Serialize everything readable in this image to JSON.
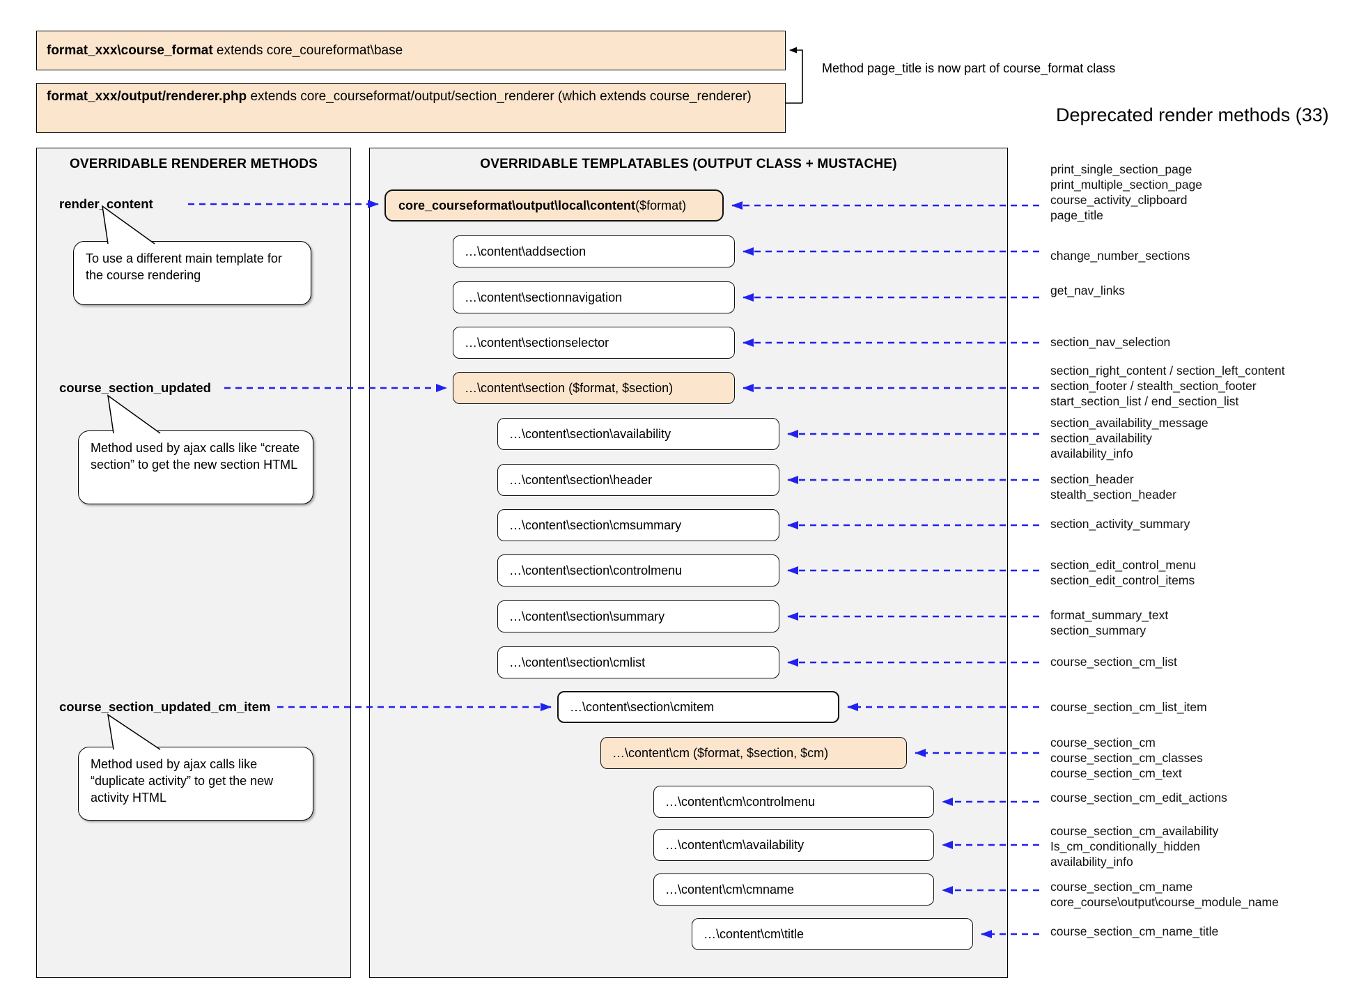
{
  "top": {
    "box1": {
      "bold": "format_xxx\\course_format",
      "rest": " extends core_coureformat\\base"
    },
    "box2": {
      "bold": "format_xxx/output/renderer.php",
      "rest": " extends core_courseformat/output/section_renderer (which extends course_renderer)"
    },
    "note": "Method page_title is now part of course_format class"
  },
  "deprecated": {
    "title": "Deprecated render methods (33)",
    "groups": [
      {
        "lines": [
          "print_single_section_page",
          "print_multiple_section_page",
          "course_activity_clipboard",
          "page_title"
        ]
      },
      {
        "lines": [
          "change_number_sections"
        ]
      },
      {
        "lines": [
          "get_nav_links"
        ]
      },
      {
        "lines": [
          "section_nav_selection"
        ]
      },
      {
        "lines": [
          "section_right_content / section_left_content",
          "section_footer / stealth_section_footer",
          "start_section_list / end_section_list"
        ]
      },
      {
        "lines": [
          "section_availability_message",
          "section_availability",
          "availability_info"
        ]
      },
      {
        "lines": [
          "section_header",
          "stealth_section_header"
        ]
      },
      {
        "lines": [
          "section_activity_summary"
        ]
      },
      {
        "lines": [
          "section_edit_control_menu",
          "section_edit_control_items"
        ]
      },
      {
        "lines": [
          "format_summary_text",
          "section_summary"
        ]
      },
      {
        "lines": [
          "course_section_cm_list"
        ]
      },
      {
        "lines": [
          "course_section_cm_list_item"
        ]
      },
      {
        "lines": [
          "course_section_cm",
          "course_section_cm_classes",
          "course_section_cm_text"
        ]
      },
      {
        "lines": [
          "course_section_cm_edit_actions"
        ]
      },
      {
        "lines": [
          "course_section_cm_availability",
          "Is_cm_conditionally_hidden",
          "availability_info"
        ]
      },
      {
        "lines": [
          "course_section_cm_name",
          "core_course\\output\\course_module_name"
        ]
      },
      {
        "lines": [
          "course_section_cm_name_title"
        ]
      }
    ]
  },
  "left_panel": {
    "title": "OVERRIDABLE RENDERER METHODS",
    "methods": [
      {
        "label": "render_content",
        "note": "To use a different main template for the course rendering"
      },
      {
        "label": "course_section_updated",
        "note": "Method used by ajax calls like “create section” to get the new section HTML"
      },
      {
        "label": "course_section_updated_cm_item",
        "note": "Method used by ajax calls like “duplicate activity” to get the new activity HTML"
      }
    ]
  },
  "templatables": {
    "title": "OVERRIDABLE TEMPLATABLES (OUTPUT CLASS + MUSTACHE)",
    "boxes": [
      {
        "bold": "core_courseformat\\output\\local\\content",
        "rest": " ($format)"
      },
      {
        "label": "…\\content\\addsection"
      },
      {
        "label": "…\\content\\sectionnavigation"
      },
      {
        "label": "…\\content\\sectionselector"
      },
      {
        "label": "…\\content\\section ($format, $section)"
      },
      {
        "label": "…\\content\\section\\availability"
      },
      {
        "label": "…\\content\\section\\header"
      },
      {
        "label": "…\\content\\section\\cmsummary"
      },
      {
        "label": "…\\content\\section\\controlmenu"
      },
      {
        "label": "…\\content\\section\\summary"
      },
      {
        "label": "…\\content\\section\\cmlist"
      },
      {
        "label": "…\\content\\section\\cmitem"
      },
      {
        "label": "…\\content\\cm ($format, $section, $cm)"
      },
      {
        "label": "…\\content\\cm\\controlmenu"
      },
      {
        "label": "…\\content\\cm\\availability"
      },
      {
        "label": "…\\content\\cm\\cmname"
      },
      {
        "label": "…\\content\\cm\\title"
      }
    ]
  },
  "colors": {
    "accent_fill": "#fce5cd",
    "arrow_blue": "#2222ee",
    "panel_bg": "#f2f2f2"
  }
}
